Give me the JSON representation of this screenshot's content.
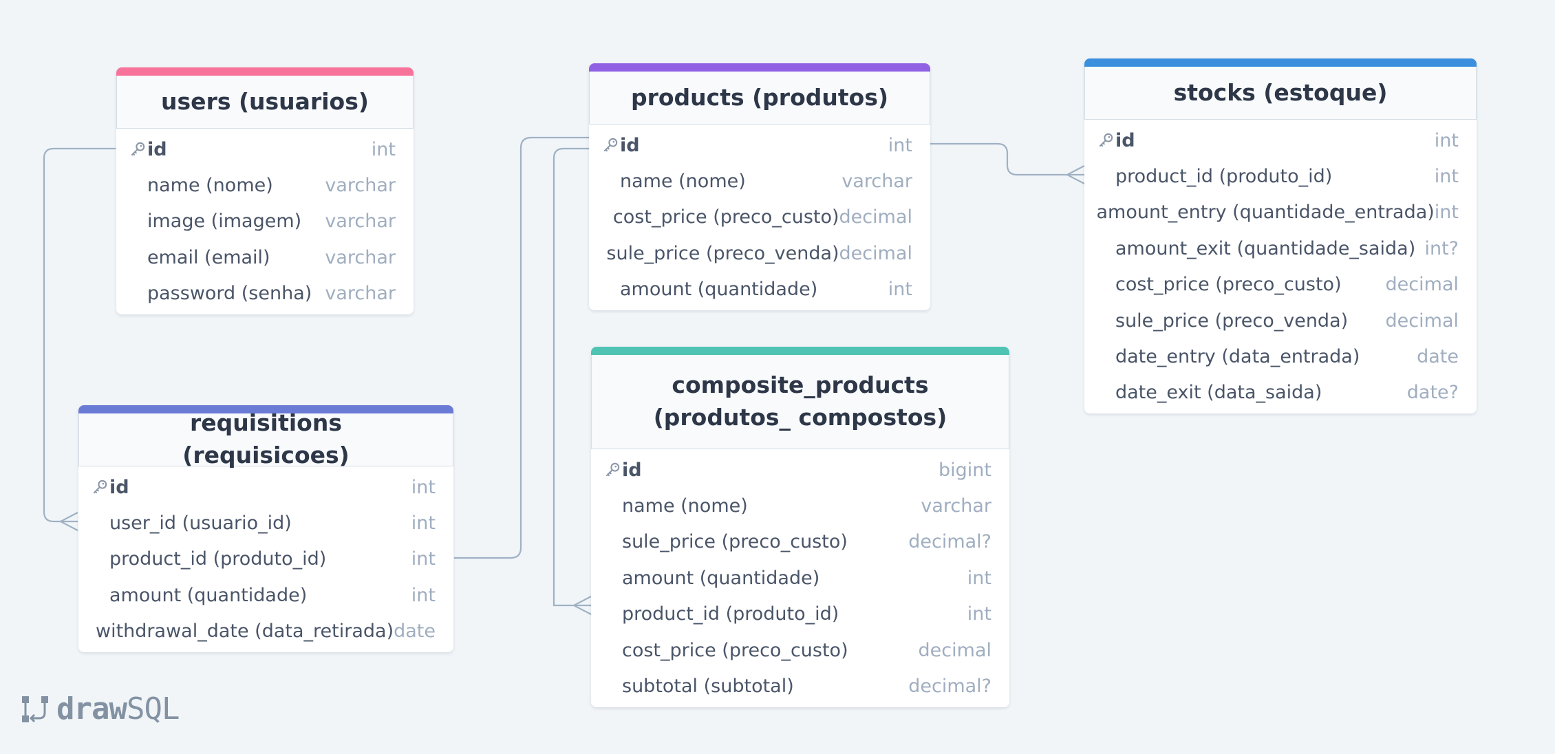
{
  "tables": {
    "users": {
      "title": "users (usuarios)",
      "accent": "#f7739a",
      "columns": [
        {
          "name": "id",
          "type": "int",
          "pk": true
        },
        {
          "name": "name (nome)",
          "type": "varchar"
        },
        {
          "name": "image (imagem)",
          "type": "varchar"
        },
        {
          "name": "email (email)",
          "type": "varchar"
        },
        {
          "name": "password (senha)",
          "type": "varchar"
        }
      ]
    },
    "products": {
      "title": "products (produtos)",
      "accent": "#9061e3",
      "columns": [
        {
          "name": "id",
          "type": "int",
          "pk": true
        },
        {
          "name": "name (nome)",
          "type": "varchar"
        },
        {
          "name": "cost_price (preco_custo)",
          "type": "decimal"
        },
        {
          "name": "sule_price (preco_venda)",
          "type": "decimal"
        },
        {
          "name": "amount (quantidade)",
          "type": "int"
        }
      ]
    },
    "stocks": {
      "title": "stocks (estoque)",
      "accent": "#3b8fdc",
      "columns": [
        {
          "name": "id",
          "type": "int",
          "pk": true
        },
        {
          "name": "product_id (produto_id)",
          "type": "int"
        },
        {
          "name": "amount_entry (quantidade_entrada)",
          "type": "int"
        },
        {
          "name": "amount_exit (quantidade_saida)",
          "type": "int?"
        },
        {
          "name": "cost_price (preco_custo)",
          "type": "decimal"
        },
        {
          "name": "sule_price (preco_venda)",
          "type": "decimal"
        },
        {
          "name": "date_entry (data_entrada)",
          "type": "date"
        },
        {
          "name": "date_exit (data_saida)",
          "type": "date?"
        }
      ]
    },
    "requisitions": {
      "title": "requisitions (requisicoes)",
      "accent": "#6a7bd6",
      "columns": [
        {
          "name": "id",
          "type": "int",
          "pk": true
        },
        {
          "name": "user_id (usuario_id)",
          "type": "int"
        },
        {
          "name": "product_id (produto_id)",
          "type": "int"
        },
        {
          "name": "amount (quantidade)",
          "type": "int"
        },
        {
          "name": "withdrawal_date (data_retirada)",
          "type": "date"
        }
      ]
    },
    "composite_products": {
      "title": "composite_products (produtos_ compostos)",
      "accent": "#4fc4b4",
      "columns": [
        {
          "name": "id",
          "type": "bigint",
          "pk": true
        },
        {
          "name": "name (nome)",
          "type": "varchar"
        },
        {
          "name": "sule_price (preco_custo)",
          "type": "decimal?"
        },
        {
          "name": "amount (quantidade)",
          "type": "int"
        },
        {
          "name": "product_id (produto_id)",
          "type": "int"
        },
        {
          "name": "cost_price (preco_custo)",
          "type": "decimal"
        },
        {
          "name": "subtotal (subtotal)",
          "type": "decimal?"
        }
      ]
    }
  },
  "relations": [
    {
      "from": "users.id",
      "to": "requisitions.user_id (usuario_id)"
    },
    {
      "from": "products.id",
      "to": "requisitions.product_id (produto_id)"
    },
    {
      "from": "products.id",
      "to": "composite_products.product_id (produto_id)"
    },
    {
      "from": "products.id",
      "to": "stocks.product_id (produto_id)"
    }
  ],
  "logo": {
    "bold": "draw",
    "light": "SQL"
  },
  "colors": {
    "line": "#a0b1c4",
    "background": "#f1f5f8"
  }
}
